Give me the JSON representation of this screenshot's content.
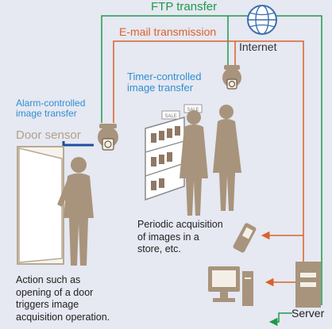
{
  "labels": {
    "ftp_transfer": "FTP transfer",
    "email_transmission": "E-mail transmission",
    "internet": "Internet",
    "timer_controlled": "Timer-controlled\nimage transfer",
    "alarm_controlled": "Alarm-controlled\nimage transfer",
    "door_sensor": "Door sensor",
    "periodic_caption": "Periodic acquisition\nof images in a\nstore, etc.",
    "action_caption": "Action such as\nopening of a door\ntriggers image\nacquisition operation.",
    "server": "Server",
    "sale_tag": "SALE"
  },
  "colors": {
    "ftp_line": "#1e9a4a",
    "email_line": "#d9622b",
    "alarm_line": "#1f4fa0",
    "figure": "#a8947c",
    "background": "#e6e8f2"
  },
  "icons": [
    "globe-icon",
    "camera-icon",
    "phone-icon",
    "pc-icon",
    "server-icon",
    "door-icon",
    "person-icon"
  ]
}
